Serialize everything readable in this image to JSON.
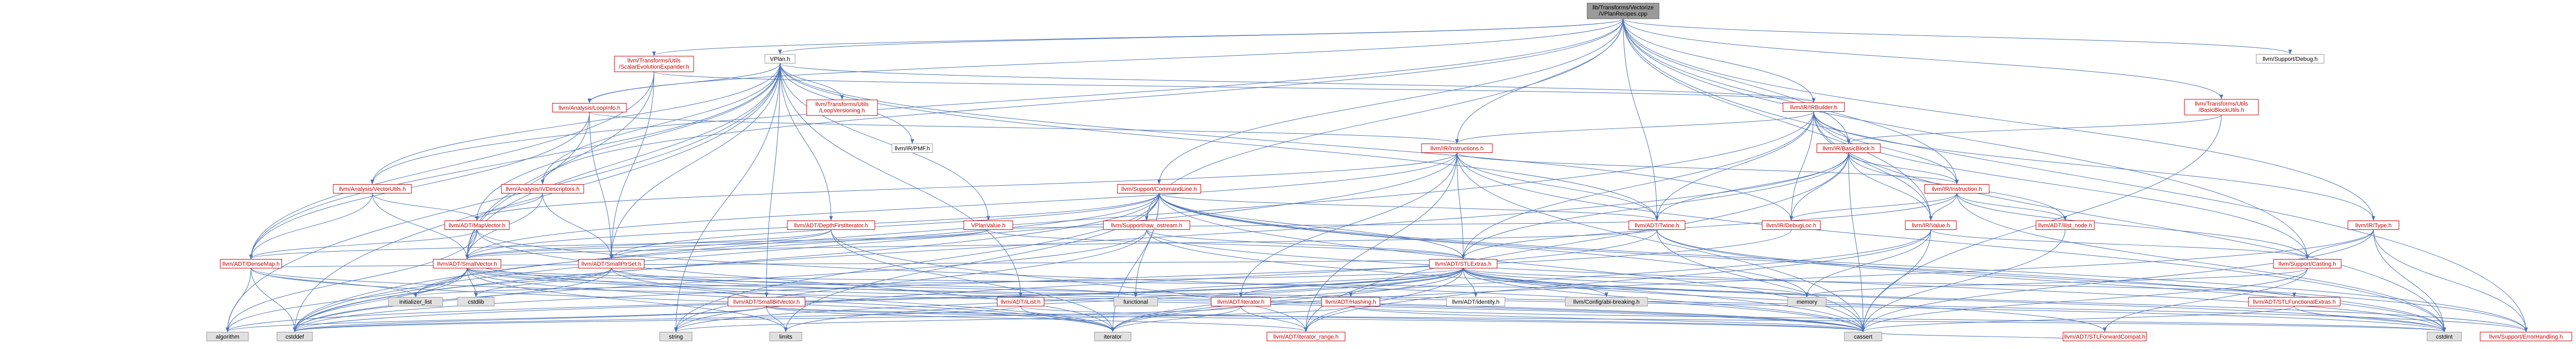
{
  "diagram": {
    "colors": {
      "edge": "#4c73b6",
      "root_fill": "#9a9a9a",
      "red_text": "#cc0000",
      "red_border": "#cc0000",
      "gray_fill": "#e0e0e0",
      "gray_border": "#999999",
      "link_fill": "#ffffff",
      "text": "#000000"
    },
    "nodes": [
      {
        "id": "root",
        "lines": [
          "lib/Transforms/Vectorize",
          "/VPlanRecipes.cpp"
        ],
        "style": "root"
      },
      {
        "id": "scaleexp",
        "lines": [
          "llvm/Transforms/Utils",
          "/ScalarEvolutionExpander.h"
        ],
        "style": "red"
      },
      {
        "id": "vplan",
        "lines": [
          "VPlan.h"
        ],
        "style": "link"
      },
      {
        "id": "support_debug",
        "lines": [
          "llvm/Support/Debug.h"
        ],
        "style": "link"
      },
      {
        "id": "loopinfo",
        "lines": [
          "llvm/Analysis/LoopInfo.h"
        ],
        "style": "red"
      },
      {
        "id": "loopvers",
        "lines": [
          "llvm/Transforms/Utils",
          "/LoopVersioning.h"
        ],
        "style": "red"
      },
      {
        "id": "irbuilder",
        "lines": [
          "llvm/IR/IRBuilder.h"
        ],
        "style": "red"
      },
      {
        "id": "bbutils",
        "lines": [
          "llvm/Transforms/Utils",
          "/BasicBlockUtils.h"
        ],
        "style": "red"
      },
      {
        "id": "irpmf",
        "lines": [
          "llvm/IR/PMF.h"
        ],
        "style": "link"
      },
      {
        "id": "instructions",
        "lines": [
          "llvm/IR/Instructions.h"
        ],
        "style": "red"
      },
      {
        "id": "basicblock",
        "lines": [
          "llvm/IR/BasicBlock.h"
        ],
        "style": "red"
      },
      {
        "id": "vectorutils",
        "lines": [
          "llvm/Analysis/VectorUtils.h"
        ],
        "style": "red"
      },
      {
        "id": "ivdesc",
        "lines": [
          "llvm/Analysis/IVDescriptors.h"
        ],
        "style": "red"
      },
      {
        "id": "cmdline",
        "lines": [
          "llvm/Support/CommandLine.h"
        ],
        "style": "red"
      },
      {
        "id": "instruction",
        "lines": [
          "llvm/IR/Instruction.h"
        ],
        "style": "red"
      },
      {
        "id": "mapvector",
        "lines": [
          "llvm/ADT/MapVector.h"
        ],
        "style": "red"
      },
      {
        "id": "dfi",
        "lines": [
          "llvm/ADT/DepthFirstIterator.h"
        ],
        "style": "red"
      },
      {
        "id": "vplanvalue",
        "lines": [
          "VPlanValue.h"
        ],
        "style": "red"
      },
      {
        "id": "raw_ostream",
        "lines": [
          "llvm/Support/raw_ostream.h"
        ],
        "style": "red"
      },
      {
        "id": "twine",
        "lines": [
          "llvm/ADT/Twine.h"
        ],
        "style": "red"
      },
      {
        "id": "debugloc",
        "lines": [
          "llvm/IR/DebugLoc.h"
        ],
        "style": "red"
      },
      {
        "id": "irvalue",
        "lines": [
          "llvm/IR/Value.h"
        ],
        "style": "red"
      },
      {
        "id": "ilistnode",
        "lines": [
          "llvm/ADT/ilist_node.h"
        ],
        "style": "red"
      },
      {
        "id": "irtype",
        "lines": [
          "llvm/IR/Type.h"
        ],
        "style": "red"
      },
      {
        "id": "densemap",
        "lines": [
          "llvm/ADT/DenseMap.h"
        ],
        "style": "red"
      },
      {
        "id": "smallvector",
        "lines": [
          "llvm/ADT/SmallVector.h"
        ],
        "style": "red"
      },
      {
        "id": "smallptrset",
        "lines": [
          "llvm/ADT/SmallPtrSet.h"
        ],
        "style": "red"
      },
      {
        "id": "stlextras",
        "lines": [
          "llvm/ADT/STLExtras.h"
        ],
        "style": "red"
      },
      {
        "id": "casting",
        "lines": [
          "llvm/Support/Casting.h"
        ],
        "style": "red"
      },
      {
        "id": "init_list",
        "lines": [
          "initializer_list"
        ],
        "style": "gray"
      },
      {
        "id": "cstdlib",
        "lines": [
          "cstdlib"
        ],
        "style": "gray"
      },
      {
        "id": "functional",
        "lines": [
          "functional"
        ],
        "style": "gray"
      },
      {
        "id": "memory",
        "lines": [
          "memory"
        ],
        "style": "gray"
      },
      {
        "id": "smallbitvector",
        "lines": [
          "llvm/ADT/SmallBitVector.h"
        ],
        "style": "red"
      },
      {
        "id": "adtlist",
        "lines": [
          "llvm/ADT/iList.h"
        ],
        "style": "red"
      },
      {
        "id": "adtiterator",
        "lines": [
          "llvm/ADT/iterator.h"
        ],
        "style": "red"
      },
      {
        "id": "hashing",
        "lines": [
          "llvm/ADT/Hashing.h"
        ],
        "style": "red"
      },
      {
        "id": "identity",
        "lines": [
          "llvm/ADT/identity.h"
        ],
        "style": "link"
      },
      {
        "id": "config",
        "lines": [
          "llvm/Config/abi-breaking.h"
        ],
        "style": "gray"
      },
      {
        "id": "stlfunc",
        "lines": [
          "llvm/ADT/STLFunctionalExtras.h"
        ],
        "style": "red"
      },
      {
        "id": "algorithm",
        "lines": [
          "algorithm"
        ],
        "style": "gray"
      },
      {
        "id": "cstddef",
        "lines": [
          "cstddef"
        ],
        "style": "gray"
      },
      {
        "id": "string",
        "lines": [
          "string"
        ],
        "style": "gray"
      },
      {
        "id": "limits",
        "lines": [
          "limits"
        ],
        "style": "gray"
      },
      {
        "id": "iterator",
        "lines": [
          "iterator"
        ],
        "style": "gray"
      },
      {
        "id": "iter_range",
        "lines": [
          "llvm/ADT/iterator_range.h"
        ],
        "style": "red"
      },
      {
        "id": "cassert",
        "lines": [
          "cassert"
        ],
        "style": "gray"
      },
      {
        "id": "stlforward",
        "lines": [
          "llvm/ADT/STLForwardCompat.h"
        ],
        "style": "red"
      },
      {
        "id": "cstdint",
        "lines": [
          "cstdint"
        ],
        "style": "gray"
      },
      {
        "id": "errhandling",
        "lines": [
          "llvm/Support/ErrorHandling.h"
        ],
        "style": "red"
      }
    ],
    "edges": [
      [
        "root",
        "scaleexp"
      ],
      [
        "root",
        "vplan"
      ],
      [
        "root",
        "support_debug"
      ],
      [
        "root",
        "loopinfo"
      ],
      [
        "root",
        "irbuilder"
      ],
      [
        "root",
        "bbutils"
      ],
      [
        "root",
        "instructions"
      ],
      [
        "root",
        "cmdline"
      ],
      [
        "root",
        "raw_ostream"
      ],
      [
        "root",
        "twine"
      ],
      [
        "root",
        "irtype"
      ],
      [
        "root",
        "casting"
      ],
      [
        "root",
        "vectorutils"
      ],
      [
        "root",
        "ivdesc"
      ],
      [
        "root",
        "irvalue"
      ],
      [
        "root",
        "basicblock"
      ],
      [
        "root",
        "instruction"
      ],
      [
        "root",
        "errhandling"
      ],
      [
        "scaleexp",
        "densemap"
      ],
      [
        "scaleexp",
        "smallptrset"
      ],
      [
        "scaleexp",
        "irbuilder"
      ],
      [
        "scaleexp",
        "smallvector"
      ],
      [
        "vplan",
        "loopvers"
      ],
      [
        "vplan",
        "loopinfo"
      ],
      [
        "vplan",
        "irpmf"
      ],
      [
        "vplan",
        "vectorutils"
      ],
      [
        "vplan",
        "ivdesc"
      ],
      [
        "vplan",
        "mapvector"
      ],
      [
        "vplan",
        "dfi"
      ],
      [
        "vplan",
        "vplanvalue"
      ],
      [
        "vplan",
        "smallbitvector"
      ],
      [
        "vplan",
        "adtlist"
      ],
      [
        "vplan",
        "smallptrset"
      ],
      [
        "vplan",
        "smallvector"
      ],
      [
        "vplan",
        "twine"
      ],
      [
        "vplan",
        "debugloc"
      ],
      [
        "vplan",
        "irbuilder"
      ],
      [
        "vplan",
        "densemap"
      ],
      [
        "vplan",
        "algorithm"
      ],
      [
        "vplan",
        "cstddef"
      ],
      [
        "vplan",
        "string"
      ],
      [
        "loopinfo",
        "instructions"
      ],
      [
        "loopinfo",
        "densemap"
      ],
      [
        "loopinfo",
        "smallptrset"
      ],
      [
        "loopinfo",
        "smallvector"
      ],
      [
        "irbuilder",
        "basicblock"
      ],
      [
        "irbuilder",
        "instructions"
      ],
      [
        "irbuilder",
        "instruction"
      ],
      [
        "irbuilder",
        "debugloc"
      ],
      [
        "irbuilder",
        "irtype"
      ],
      [
        "irbuilder",
        "irvalue"
      ],
      [
        "irbuilder",
        "casting"
      ],
      [
        "irbuilder",
        "twine"
      ],
      [
        "irbuilder",
        "stlextras"
      ],
      [
        "irbuilder",
        "cstdint"
      ],
      [
        "irbuilder",
        "cstddef"
      ],
      [
        "bbutils",
        "basicblock"
      ],
      [
        "bbutils",
        "cassert"
      ],
      [
        "instructions",
        "instruction"
      ],
      [
        "instructions",
        "stlextras"
      ],
      [
        "instructions",
        "twine"
      ],
      [
        "instructions",
        "adtiterator"
      ],
      [
        "instructions",
        "iter_range"
      ],
      [
        "instructions",
        "mapvector"
      ],
      [
        "instructions",
        "smallvector"
      ],
      [
        "instructions",
        "cassert"
      ],
      [
        "instructions",
        "cstddef"
      ],
      [
        "instructions",
        "cstdint"
      ],
      [
        "basicblock",
        "instruction"
      ],
      [
        "basicblock",
        "twine"
      ],
      [
        "basicblock",
        "irvalue"
      ],
      [
        "basicblock",
        "ilistnode"
      ],
      [
        "basicblock",
        "debugloc"
      ],
      [
        "basicblock",
        "stlextras"
      ],
      [
        "basicblock",
        "iter_range"
      ],
      [
        "basicblock",
        "cassert"
      ],
      [
        "basicblock",
        "cstddef"
      ],
      [
        "instruction",
        "irvalue"
      ],
      [
        "instruction",
        "debugloc"
      ],
      [
        "instruction",
        "ilistnode"
      ],
      [
        "instruction",
        "stlextras"
      ],
      [
        "instruction",
        "casting"
      ],
      [
        "instruction",
        "cstdint"
      ],
      [
        "vectorutils",
        "mapvector"
      ],
      [
        "vectorutils",
        "smallvector"
      ],
      [
        "vectorutils",
        "densemap"
      ],
      [
        "ivdesc",
        "mapvector"
      ],
      [
        "ivdesc",
        "smallptrset"
      ],
      [
        "ivdesc",
        "smallvector"
      ],
      [
        "cmdline",
        "stlextras"
      ],
      [
        "cmdline",
        "twine"
      ],
      [
        "cmdline",
        "smallptrset"
      ],
      [
        "cmdline",
        "smallvector"
      ],
      [
        "cmdline",
        "raw_ostream"
      ],
      [
        "cmdline",
        "errhandling"
      ],
      [
        "cmdline",
        "functional"
      ],
      [
        "cmdline",
        "init_list"
      ],
      [
        "cmdline",
        "iterator"
      ],
      [
        "cmdline",
        "string"
      ],
      [
        "cmdline",
        "cassert"
      ],
      [
        "cmdline",
        "cstddef"
      ],
      [
        "cmdline",
        "cstdint"
      ],
      [
        "cmdline",
        "limits"
      ],
      [
        "cmdline",
        "memory"
      ],
      [
        "mapvector",
        "densemap"
      ],
      [
        "mapvector",
        "smallvector"
      ],
      [
        "mapvector",
        "algorithm"
      ],
      [
        "mapvector",
        "cassert"
      ],
      [
        "mapvector",
        "iterator"
      ],
      [
        "dfi",
        "smallptrset"
      ],
      [
        "dfi",
        "smallvector"
      ],
      [
        "dfi",
        "iter_range"
      ],
      [
        "dfi",
        "iterator"
      ],
      [
        "vplanvalue",
        "densemap"
      ],
      [
        "vplanvalue",
        "stlextras"
      ],
      [
        "vplanvalue",
        "smallvector"
      ],
      [
        "vplanvalue",
        "twine"
      ],
      [
        "raw_ostream",
        "stlextras"
      ],
      [
        "raw_ostream",
        "cassert"
      ],
      [
        "raw_ostream",
        "cstddef"
      ],
      [
        "raw_ostream",
        "cstdint"
      ],
      [
        "raw_ostream",
        "string"
      ],
      [
        "twine",
        "smallvector"
      ],
      [
        "twine",
        "errhandling"
      ],
      [
        "twine",
        "cassert"
      ],
      [
        "twine",
        "cstdint"
      ],
      [
        "twine",
        "string"
      ],
      [
        "debugloc",
        "cstddef"
      ],
      [
        "irvalue",
        "casting"
      ],
      [
        "irvalue",
        "iter_range"
      ],
      [
        "irvalue",
        "cassert"
      ],
      [
        "irvalue",
        "iterator"
      ],
      [
        "irvalue",
        "memory"
      ],
      [
        "ilistnode",
        "cassert"
      ],
      [
        "irtype",
        "casting"
      ],
      [
        "irtype",
        "errhandling"
      ],
      [
        "irtype",
        "cassert"
      ],
      [
        "irtype",
        "cstdint"
      ],
      [
        "irtype",
        "iterator"
      ],
      [
        "densemap",
        "stlextras"
      ],
      [
        "densemap",
        "algorithm"
      ],
      [
        "densemap",
        "cassert"
      ],
      [
        "densemap",
        "cstddef"
      ],
      [
        "densemap",
        "init_list"
      ],
      [
        "densemap",
        "iterator"
      ],
      [
        "smallvector",
        "cstdlib"
      ],
      [
        "smallvector",
        "algorithm"
      ],
      [
        "smallvector",
        "cassert"
      ],
      [
        "smallvector",
        "cstddef"
      ],
      [
        "smallvector",
        "functional"
      ],
      [
        "smallvector",
        "init_list"
      ],
      [
        "smallvector",
        "iterator"
      ],
      [
        "smallvector",
        "limits"
      ],
      [
        "smallvector",
        "memory"
      ],
      [
        "smallvector",
        "cstdint"
      ],
      [
        "smallptrset",
        "cstdlib"
      ],
      [
        "smallptrset",
        "init_list"
      ],
      [
        "smallptrset",
        "cassert"
      ],
      [
        "smallptrset",
        "cstddef"
      ],
      [
        "smallptrset",
        "iterator"
      ],
      [
        "smallptrset",
        "errhandling"
      ],
      [
        "stlextras",
        "adtiterator"
      ],
      [
        "stlextras",
        "hashing"
      ],
      [
        "stlextras",
        "identity"
      ],
      [
        "stlextras",
        "config"
      ],
      [
        "stlextras",
        "stlfunc"
      ],
      [
        "stlextras",
        "iter_range"
      ],
      [
        "stlextras",
        "stlforward"
      ],
      [
        "stlextras",
        "algorithm"
      ],
      [
        "stlextras",
        "cassert"
      ],
      [
        "stlextras",
        "cstddef"
      ],
      [
        "stlextras",
        "cstdint"
      ],
      [
        "stlextras",
        "functional"
      ],
      [
        "stlextras",
        "init_list"
      ],
      [
        "stlextras",
        "iterator"
      ],
      [
        "stlextras",
        "limits"
      ],
      [
        "stlextras",
        "memory"
      ],
      [
        "stlextras",
        "string"
      ],
      [
        "stlextras",
        "errhandling"
      ],
      [
        "casting",
        "cassert"
      ],
      [
        "casting",
        "memory"
      ],
      [
        "casting",
        "stlforward"
      ],
      [
        "smallbitvector",
        "smallvector"
      ],
      [
        "smallbitvector",
        "iter_range"
      ],
      [
        "smallbitvector",
        "algorithm"
      ],
      [
        "smallbitvector",
        "cassert"
      ],
      [
        "smallbitvector",
        "limits"
      ],
      [
        "smallbitvector",
        "cstddef"
      ],
      [
        "smallbitvector",
        "cstdint"
      ],
      [
        "adtlist",
        "iterator"
      ],
      [
        "adtlist",
        "cassert"
      ],
      [
        "adtlist",
        "cstddef"
      ],
      [
        "adtiterator",
        "iter_range"
      ],
      [
        "adtiterator",
        "cstddef"
      ],
      [
        "adtiterator",
        "iterator"
      ],
      [
        "hashing",
        "cassert"
      ],
      [
        "hashing",
        "string"
      ],
      [
        "hashing",
        "cstdint"
      ],
      [
        "stlfunc",
        "cstdint"
      ],
      [
        "stlfunc",
        "cassert"
      ],
      [
        "stlforward",
        "cassert"
      ]
    ]
  }
}
